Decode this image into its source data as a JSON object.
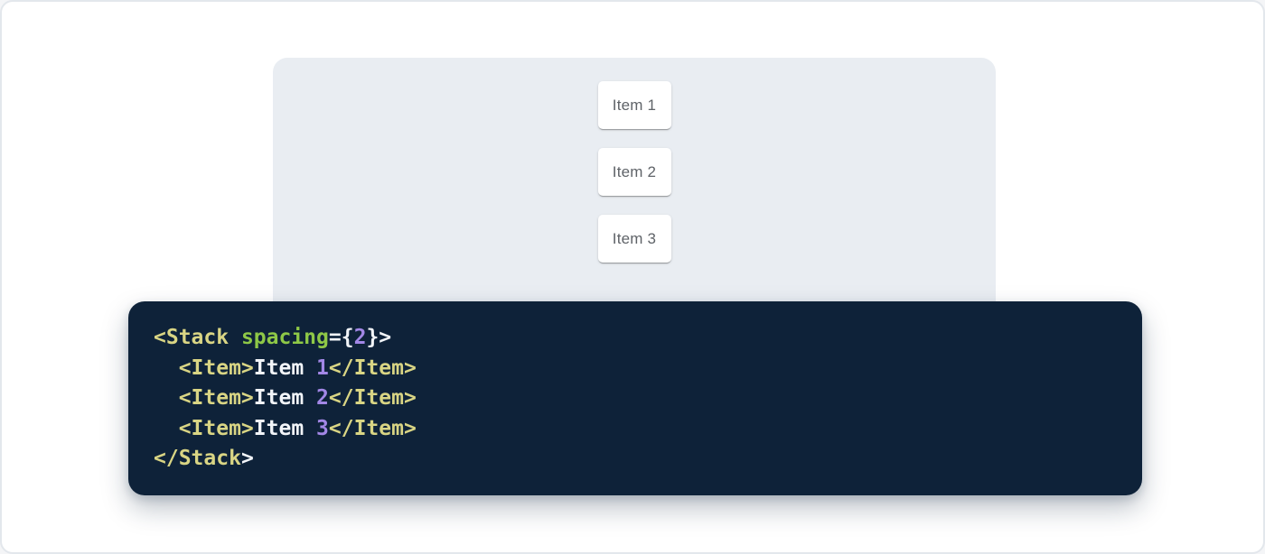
{
  "page": {
    "background": "#ffffff",
    "frame_border_color": "#e3e7ec"
  },
  "demo_panel": {
    "background": "#e9edf2",
    "items": [
      "Item 1",
      "Item 2",
      "Item 3"
    ],
    "item_text_color": "#5f6368"
  },
  "code_block": {
    "background": "#0e2239",
    "token_colors": {
      "tag": "#d9d584",
      "attr": "#8ec847",
      "num": "#a287e6",
      "plain": "#f2f5f9"
    },
    "lines": [
      [
        {
          "text": "<Stack ",
          "type": "tag"
        },
        {
          "text": "spacing",
          "type": "attr"
        },
        {
          "text": "={",
          "type": "plain"
        },
        {
          "text": "2",
          "type": "num"
        },
        {
          "text": "}>",
          "type": "plain"
        }
      ],
      [
        {
          "text": "  <Item>",
          "type": "tag"
        },
        {
          "text": "Item ",
          "type": "plain"
        },
        {
          "text": "1",
          "type": "num"
        },
        {
          "text": "</Item>",
          "type": "tag"
        }
      ],
      [
        {
          "text": "  <Item>",
          "type": "tag"
        },
        {
          "text": "Item ",
          "type": "plain"
        },
        {
          "text": "2",
          "type": "num"
        },
        {
          "text": "</Item>",
          "type": "tag"
        }
      ],
      [
        {
          "text": "  <Item>",
          "type": "tag"
        },
        {
          "text": "Item ",
          "type": "plain"
        },
        {
          "text": "3",
          "type": "num"
        },
        {
          "text": "</Item>",
          "type": "tag"
        }
      ],
      [
        {
          "text": "</Stack",
          "type": "tag"
        },
        {
          "text": ">",
          "type": "plain"
        }
      ]
    ]
  }
}
